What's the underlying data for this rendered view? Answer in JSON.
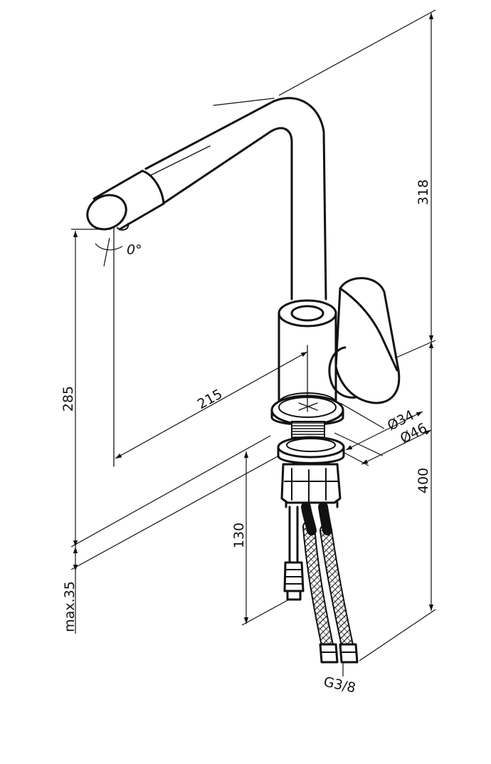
{
  "dimensions": {
    "overall_height": "318",
    "spout_height": "285",
    "spout_reach": "215",
    "base_to_floor": "400",
    "shank_length": "130",
    "max_deck_thickness": "max.35",
    "body_diameter": "Ø34",
    "base_diameter": "Ø46",
    "swivel_angle": "0°",
    "hose_thread": "G3/8"
  },
  "colors": {
    "line": "#111111",
    "background": "#ffffff"
  }
}
